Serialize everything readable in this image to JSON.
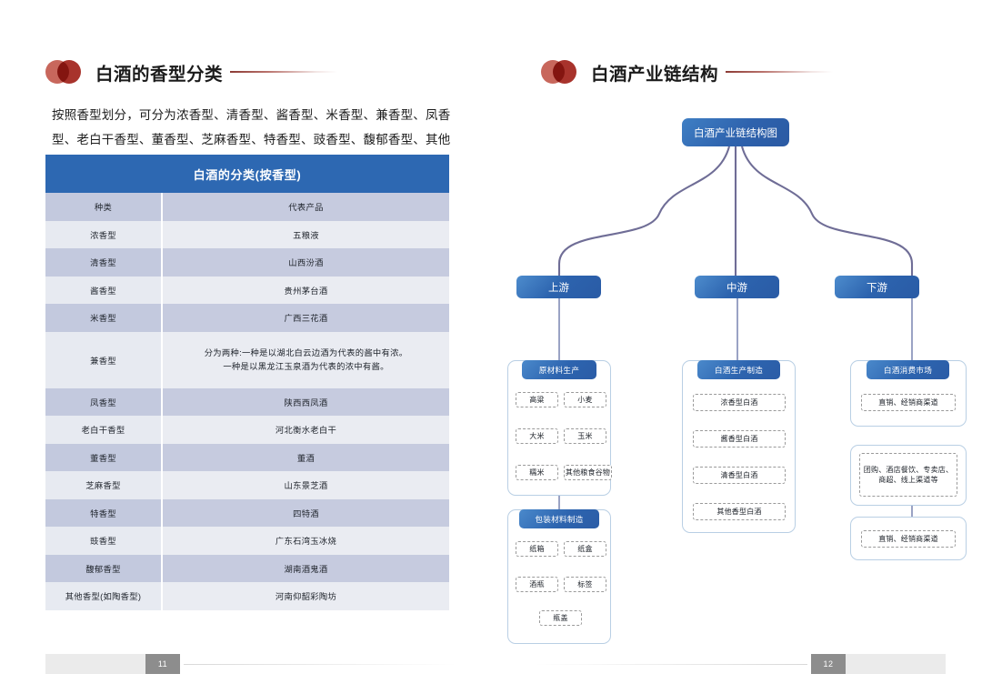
{
  "left_page": {
    "header": {
      "title": "白酒的香型分类",
      "logo_icon": "two-circles-icon"
    },
    "paragraph": "按照香型划分，可分为浓香型、清香型、酱香型、米香型、兼香型、凤香型、老白干香型、董香型、芝麻香型、特香型、豉香型、馥郁香型、其他香型等十三种香型。",
    "table": {
      "title": "白酒的分类(按香型)",
      "columns": [
        "种类",
        "代表产品"
      ],
      "rows": [
        {
          "type": "浓香型",
          "product": "五粮液"
        },
        {
          "type": "清香型",
          "product": "山西汾酒"
        },
        {
          "type": "酱香型",
          "product": "贵州茅台酒"
        },
        {
          "type": "米香型",
          "product": "广西三花酒"
        },
        {
          "type": "兼香型",
          "product_line1": "分为两种:一种是以湖北白云边酒为代表的酱中有浓。",
          "product_line2": "一种是以黑龙江玉泉酒为代表的浓中有酱。"
        },
        {
          "type": "凤香型",
          "product": "陕西西凤酒"
        },
        {
          "type": "老白干香型",
          "product": "河北衡水老白干"
        },
        {
          "type": "董香型",
          "product": "董酒"
        },
        {
          "type": "芝麻香型",
          "product": "山东景芝酒"
        },
        {
          "type": "特香型",
          "product": "四特酒"
        },
        {
          "type": "豉香型",
          "product": "广东石湾玉冰烧"
        },
        {
          "type": "馥郁香型",
          "product": "湖南酒鬼酒"
        },
        {
          "type": "其他香型(如陶香型)",
          "product": "河南仰韶彩陶坊"
        }
      ]
    },
    "footer": {
      "page_number": "11"
    }
  },
  "right_page": {
    "header": {
      "title": "白酒产业链结构",
      "logo_icon": "two-circles-icon"
    },
    "diagram": {
      "root": "白酒产业链结构图",
      "levels": [
        {
          "label": "上游"
        },
        {
          "label": "中游"
        },
        {
          "label": "下游"
        }
      ],
      "groups": [
        {
          "title": "原材料生产",
          "items": [
            "高粱",
            "小麦",
            "大米",
            "玉米",
            "糯米",
            "其他粮食谷物"
          ]
        },
        {
          "title": "包装材料制造",
          "items": [
            "纸箱",
            "纸盒",
            "酒瓶",
            "标签",
            "瓶盖"
          ]
        },
        {
          "title": "白酒生产制造",
          "items": [
            "浓香型白酒",
            "酱香型白酒",
            "清香型白酒",
            "其他香型白酒"
          ]
        },
        {
          "title": "白酒消费市场",
          "items": [
            "直销、经销商渠道"
          ]
        },
        {
          "title": "",
          "items_line1": "团购、酒店餐饮、专卖店、",
          "items_line2": "商超、线上渠道等"
        },
        {
          "title": "",
          "items": [
            "直销、经销商渠道"
          ]
        }
      ]
    },
    "footer": {
      "page_number": "12"
    }
  },
  "colors": {
    "table_header_blue": "#2d68b2",
    "row_dark": "#c3c9de",
    "row_light": "#e7eaf1",
    "node_blue": "#2d64af",
    "link_purple": "#6f6d96",
    "logo_red": "#a8332c"
  }
}
